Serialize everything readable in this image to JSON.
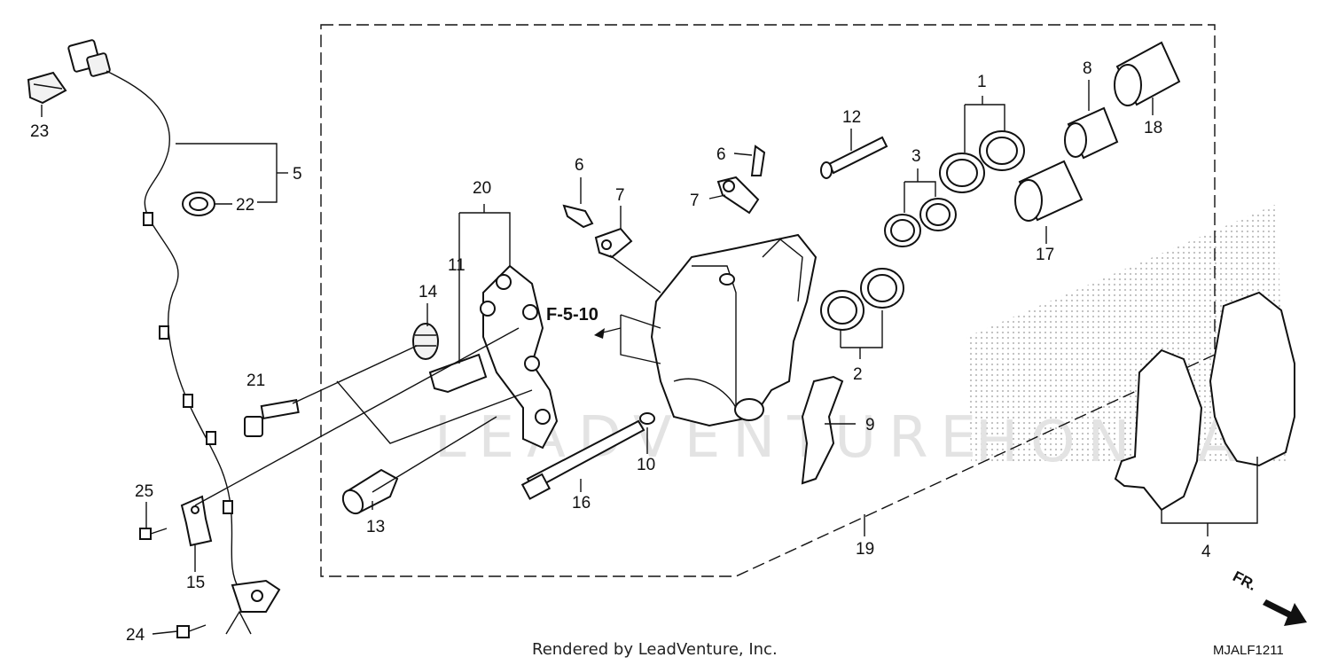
{
  "diagram": {
    "reference": "F-5-10",
    "footer": "Rendered by LeadVenture, Inc.",
    "code": "MJALF1211",
    "direction": "FR.",
    "watermark": "LEADVENTURE",
    "brand_watermark": "HONDA",
    "callouts": {
      "c1": "1",
      "c2": "2",
      "c3": "3",
      "c4": "4",
      "c5": "5",
      "c6a": "6",
      "c6b": "6",
      "c7a": "7",
      "c7b": "7",
      "c8": "8",
      "c9": "9",
      "c10": "10",
      "c11": "11",
      "c12": "12",
      "c13": "13",
      "c14": "14",
      "c15": "15",
      "c16": "16",
      "c17": "17",
      "c18": "18",
      "c19": "19",
      "c20": "20",
      "c21": "21",
      "c22": "22",
      "c23": "23",
      "c24": "24",
      "c25": "25"
    }
  }
}
